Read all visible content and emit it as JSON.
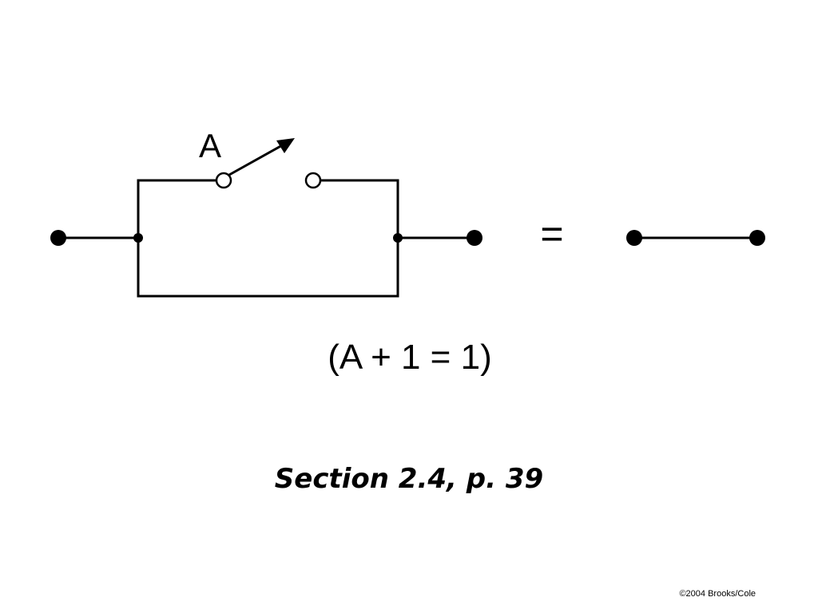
{
  "diagram": {
    "switch_label": "A",
    "equals_sign": "=",
    "equation": "(A + 1 = 1)"
  },
  "caption": "Section 2.4, p. 39",
  "copyright": "©2004 Brooks/Cole"
}
